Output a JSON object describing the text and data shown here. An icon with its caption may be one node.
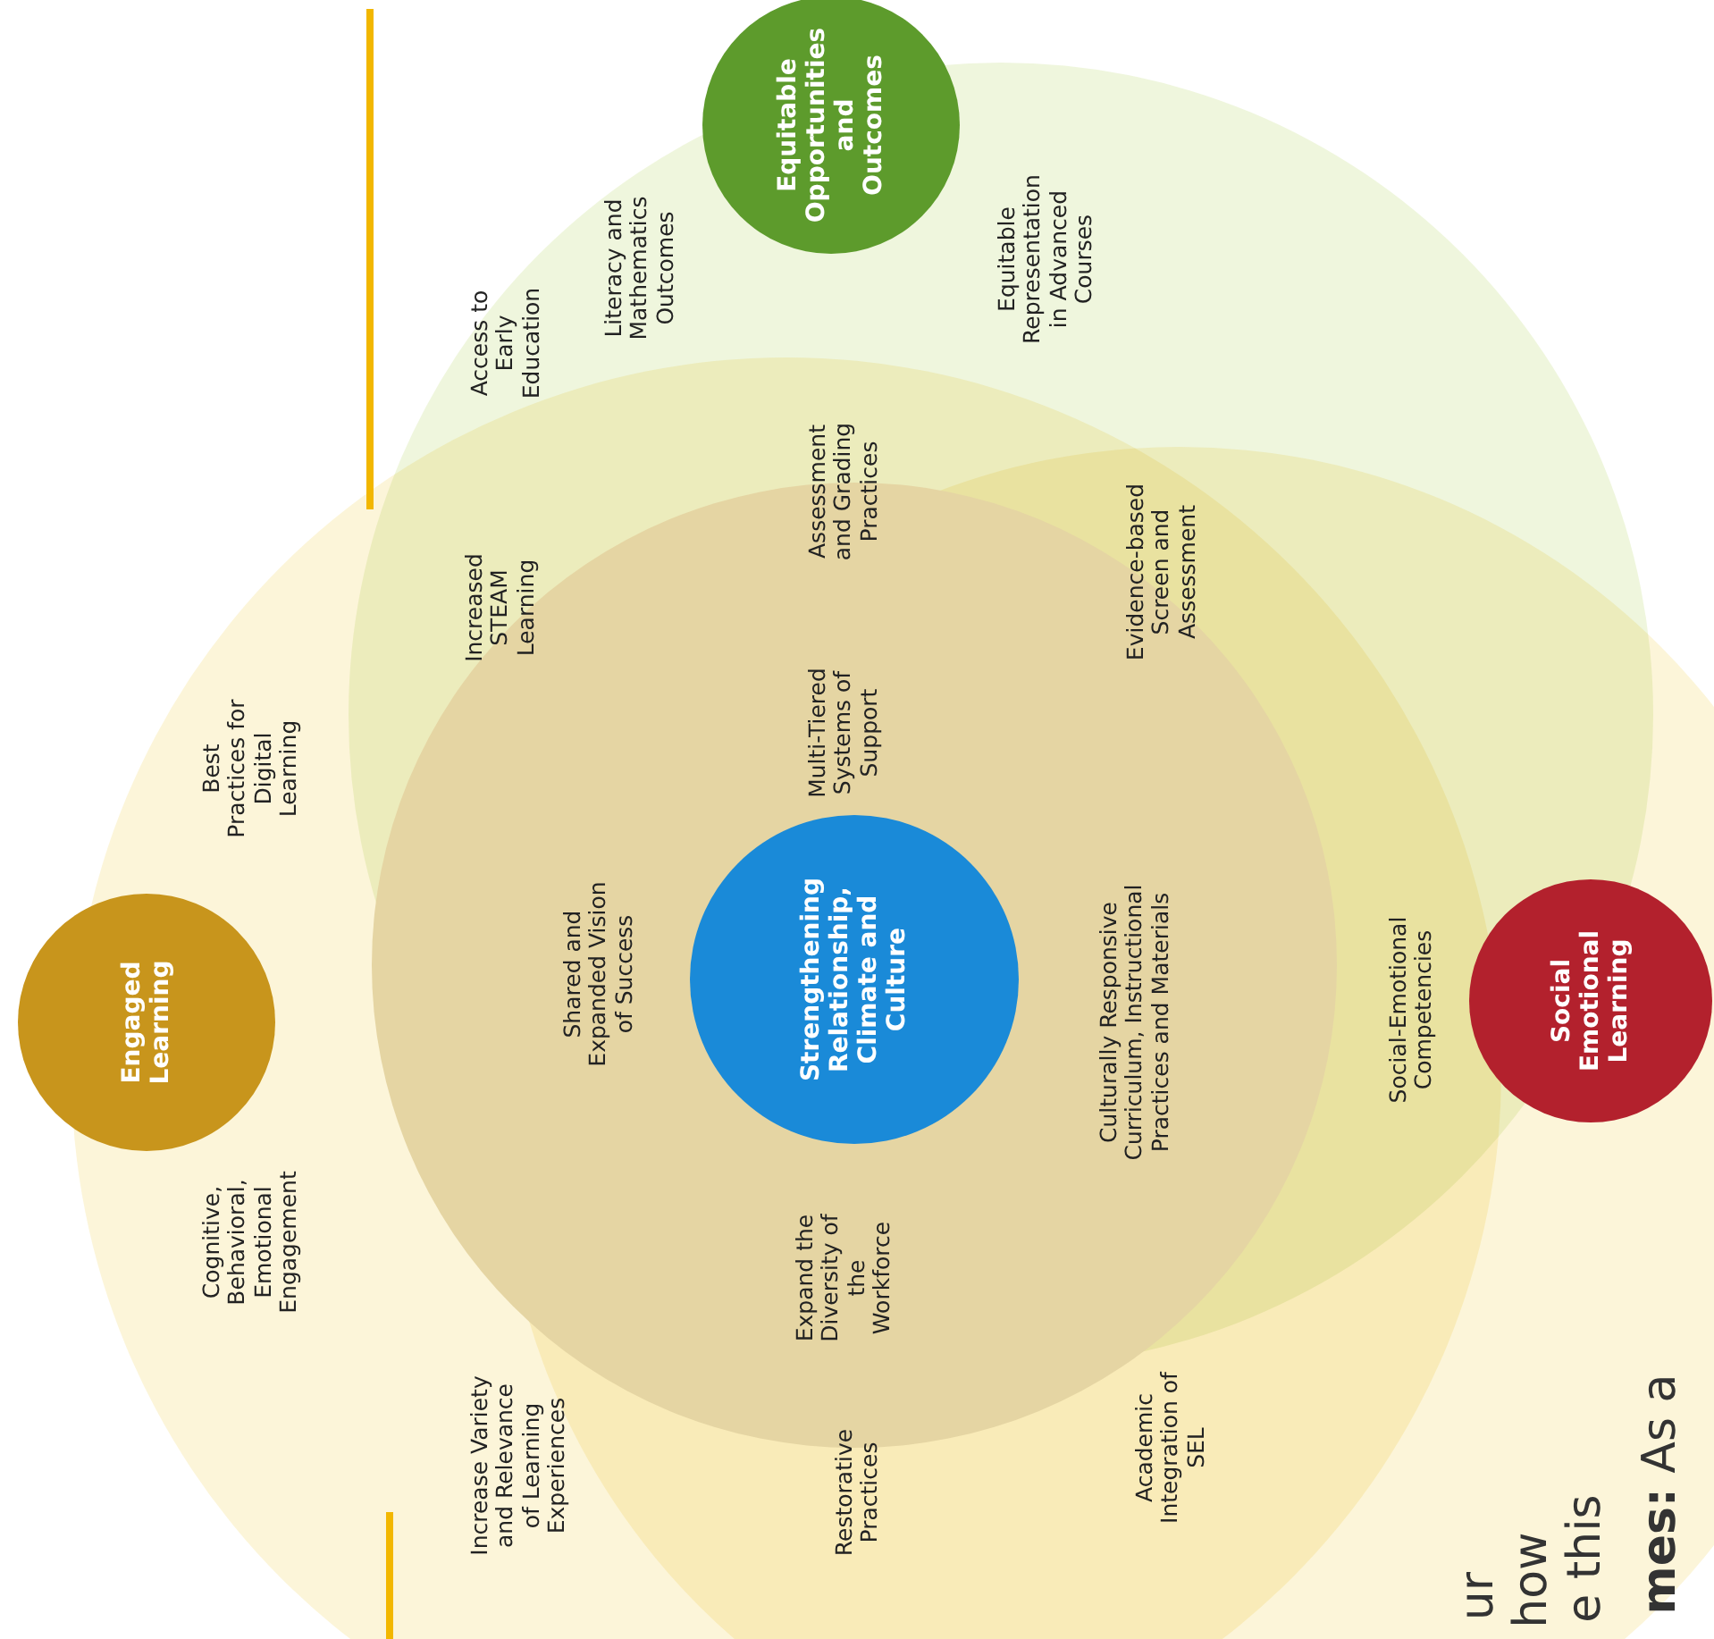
{
  "diagram": {
    "nodes": [
      {
        "text": [
          "Equitable Opportunities and Outcomes"
        ]
      },
      {
        "text": [
          "Engaged Learning"
        ]
      },
      {
        "text": [
          "Strengthening Relationship, Climate and Culture"
        ]
      },
      {
        "text": [
          "Social Emotional Learning"
        ]
      }
    ],
    "labels": [
      "Access to Early Education",
      "Literacy and Mathematics Outcomes",
      "Equitable Representation in Advanced Courses",
      "Best Practices for Digital Learning",
      "Increased STEAM Learning",
      "Assessment and Grading Practices",
      "Multi-Tiered Systems of Support",
      "Evidence-based Screen and Assessment",
      "Shared and Expanded Vision of Success",
      "Culturally Responsive Curriculum, Instructional Practices and Materials",
      "Social-Emotional Competencies",
      "Cognitive, Behavioral, Emotional Engagement",
      "Increase Variety and Relevance of Learning Experiences",
      "Expand the Diversity of the Workforce",
      "Restorative Practices",
      "Academic Integration of SEL",
      "ur",
      "how",
      "e this",
      "**mes:** As a"
    ]
  }
}
